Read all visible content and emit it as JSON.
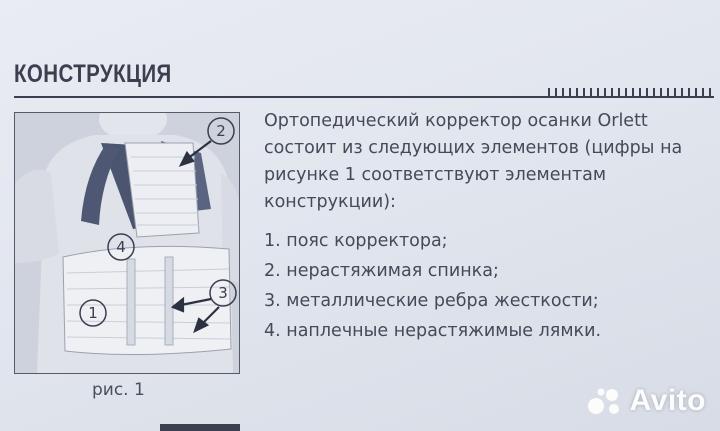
{
  "section": {
    "title": "КОНСТРУКЦИЯ"
  },
  "figure": {
    "caption": "рис. 1",
    "markers": [
      "1",
      "2",
      "3",
      "4"
    ]
  },
  "description": "Ортопедический корректор осанки Orlett состоит из следующих элементов (цифры на рисунке 1 соответствуют элементам конструкции):",
  "elements": [
    "1. пояс корректора;",
    "2. нерастяжимая спинка;",
    "3. металлические ребра жесткости;",
    "4. наплечные нерастяжимые лямки."
  ],
  "watermark": {
    "text": "Avito",
    "icon": "avito-dots-logo"
  },
  "colors": {
    "ink": "#3b3f50",
    "paper": "#e4e8ef",
    "strap": "#4b5570"
  }
}
